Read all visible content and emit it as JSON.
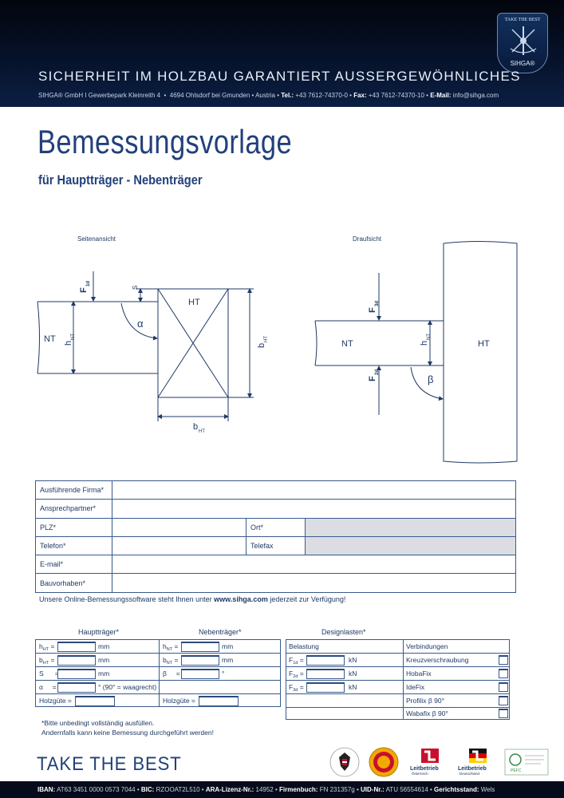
{
  "header": {
    "tagline": "SICHERHEIT IM HOLZBAU GARANTIERT AUSSERGEWÖHNLICHES",
    "company": "SIHGA® GmbH I Gewerbepark Kleinreith 4",
    "address": "4694 Ohlsdorf bei Gmunden • Austria •",
    "tel_label": "Tel.:",
    "tel": "+43 7612-74370-0 •",
    "fax_label": "Fax:",
    "fax": "+43 7612-74370-10 •",
    "email_label": "E-Mail:",
    "email": "info@sihga.com",
    "logo_top": "TAKE THE BEST",
    "logo_bottom": "SIHGA®"
  },
  "title": "Bemessungsvorlage",
  "subtitle": "für Hauptträger - Nebenträger",
  "drawing": {
    "side_title": "Seitenansicht",
    "top_title": "Draufsicht",
    "nt": "NT",
    "ht": "HT",
    "alpha": "α",
    "beta": "β",
    "f_1d": "F",
    "sub_1d": "1d",
    "f_3d": "F",
    "sub_3d": "3d",
    "f_2d": "F",
    "sub_2d": "2d",
    "s": "S",
    "h": "h",
    "sub_nt": "NT",
    "b": "b",
    "sub_ht": "HT"
  },
  "form": {
    "firma": "Ausführende Firma*",
    "ansprechpartner": "Ansprechpartner*",
    "plz": "PLZ*",
    "ort": "Ort*",
    "telefon": "Telefon*",
    "telefax": "Telefax",
    "email": "E-mail*",
    "bauvorhaben": "Bauvorhaben*"
  },
  "online": {
    "pre": "Unsere Online-Bemessungssoftware steht Ihnen unter",
    "link": "www.sihga.com",
    "post": "jederzeit zur Verfügung!"
  },
  "haupttraeger": {
    "heading": "Hauptträger*",
    "h": "h",
    "h_sub": "HT",
    "b": "b",
    "b_sub": "HT",
    "s": "S",
    "alpha": "α",
    "eq": "=",
    "unit_mm": "mm",
    "alpha_unit": "° (90° = waagrecht)",
    "holzguete": "Holzgüte ="
  },
  "nebentraeger": {
    "heading": "Nebenträger*",
    "h": "h",
    "h_sub": "NT",
    "b": "b",
    "b_sub": "NT",
    "beta": "β",
    "eq": "=",
    "unit_mm": "mm",
    "unit_deg": "°",
    "holzguete": "Holzgüte ="
  },
  "designlasten": {
    "heading": "Designlasten*",
    "col1": "Belastung",
    "col2": "Verbindungen",
    "f": "F",
    "sub_1d": "1d",
    "sub_2d": "2d",
    "sub_3d": "3d",
    "eq": "=",
    "unit": "kN",
    "conn": [
      "Kreuzverschraubung",
      "HobaFix",
      "IdeFix",
      "Profilix  β 90°",
      "Wabafix β 90°"
    ]
  },
  "note": {
    "line1": "*Bitte unbedingt vollständig ausfüllen.",
    "line2": "Andernfalls kann keine Bemessung durchgeführt werden!"
  },
  "take_the_best": "TAKE THE BEST",
  "seals": {
    "lb1": "Leitbetrieb",
    "lb1_country": "Österreich",
    "lb2": "Leitbetrieb",
    "lb2_country": "Deutschland",
    "pefc": "PEFC"
  },
  "footer": {
    "iban_label": "IBAN:",
    "iban": "AT63 3451 0000 0573 7044 •",
    "bic_label": "BIC:",
    "bic": "RZOOAT2L510 •",
    "ara_label": "ARA-Lizenz-Nr.:",
    "ara": "14952 •",
    "fb_label": "Firmenbuch:",
    "fb": "FN 231357g •",
    "uid_label": "UID-Nr.:",
    "uid": "ATU 56554614 •",
    "gs_label": "Gerichtsstand:",
    "gs": "Wels"
  },
  "colors": {
    "navy": "#1f3a66",
    "header_bg": "#06122a",
    "grey_field": "#dcdde2"
  }
}
